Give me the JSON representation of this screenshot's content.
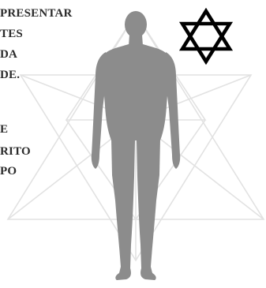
{
  "caption": {
    "lines": [
      "PRESENTAR",
      "TES",
      "DA",
      "DE.",
      "",
      "E",
      "RITO",
      "PO"
    ]
  },
  "colors": {
    "figure": "#8c8c8c",
    "geometry_lines": "#e2e2e2",
    "star_of_david": "#000000",
    "text": "#2b2b2b"
  },
  "icons": {
    "star": "star-of-david-icon",
    "figure": "human-silhouette"
  }
}
